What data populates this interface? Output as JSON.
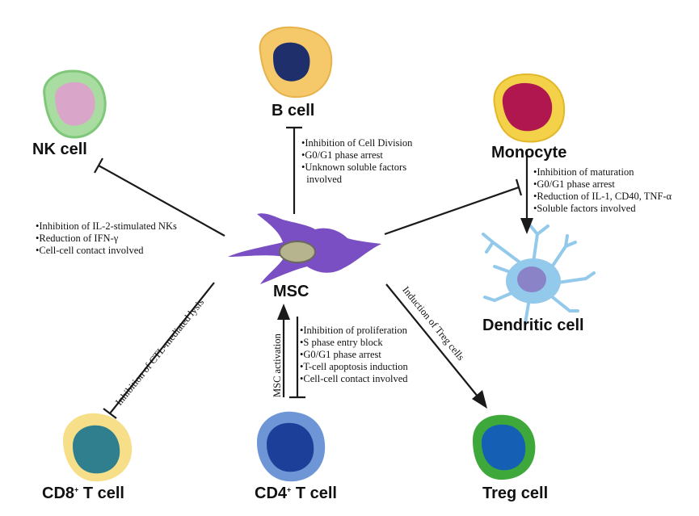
{
  "cells": {
    "b_cell": "B cell",
    "nk_cell": "NK cell",
    "monocyte": "Monocyte",
    "msc": "MSC",
    "dendritic_cell": "Dendritic cell",
    "cd8_prefix": "CD8",
    "cd8_sup": "+",
    "cd8_suffix": " T cell",
    "cd4_prefix": "CD4",
    "cd4_sup": "+",
    "cd4_suffix": " T cell",
    "treg_cell": "Treg cell"
  },
  "notes": {
    "b_cell": [
      "Inhibition of Cell Division",
      "G0/G1 phase arrest",
      "Unknown soluble factors",
      "involved"
    ],
    "monocyte": [
      "Inhibition of maturation",
      "G0/G1 phase arrest",
      "Reduction of IL-1, CD40, TNF-α",
      "Soluble factors involved"
    ],
    "nk_cell": [
      "Inhibition of IL-2-stimulated NKs",
      "Reduction of IFN-γ",
      "Cell-cell contact involved"
    ],
    "cd4": [
      "Inhibition of proliferation",
      "S phase entry block",
      "G0/G1 phase arrest",
      "T-cell apoptosis induction",
      "Cell-cell contact involved"
    ],
    "cd8_rotated": "Inhibition of CTL-mediated lysis",
    "msc_activation": "MSC activation",
    "treg_rotated": "Induction of Treg cells"
  },
  "colors": {
    "b_cell_outer": "#f5c96a",
    "b_cell_nucleus": "#1f2f6b",
    "nk_outer": "#a9dca0",
    "nk_nucleus": "#d9a6c9",
    "monocyte_outer": "#f3d24a",
    "monocyte_nucleus": "#b0174f",
    "msc_body": "#7a4fc4",
    "msc_nucleus": "#b6b48f",
    "dendritic": "#93c9eb",
    "dendritic_nucleus": "#8a83c7",
    "cd8_outer": "#f7df8a",
    "cd8_nucleus": "#2f7f8f",
    "cd4_outer": "#6e95d6",
    "cd4_nucleus": "#1c3f9a",
    "treg_outer": "#3ea83a",
    "treg_nucleus": "#1560b5",
    "line": "#1a1a1a"
  }
}
